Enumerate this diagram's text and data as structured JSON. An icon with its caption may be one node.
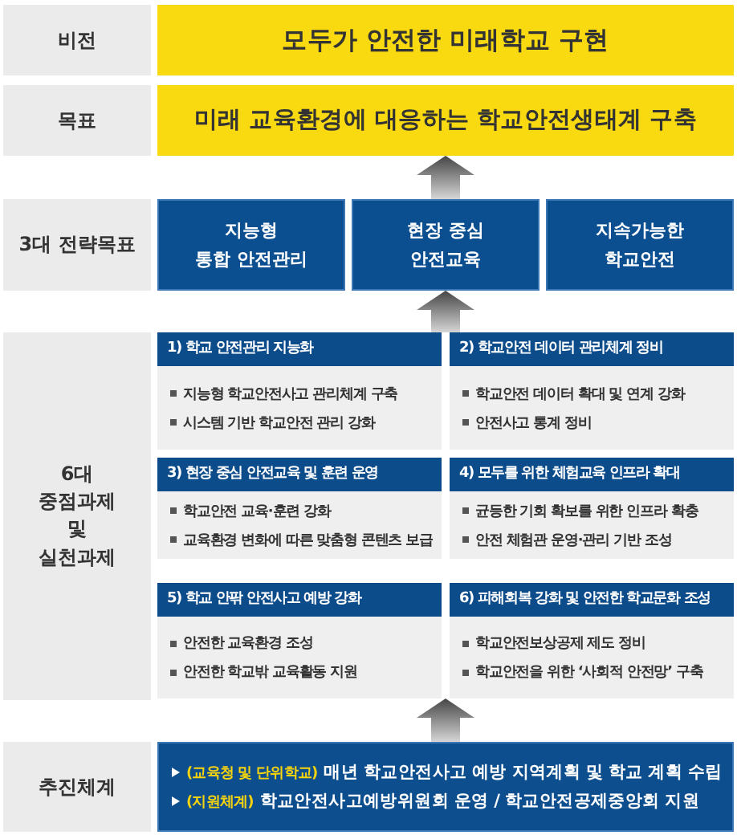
{
  "diagram": {
    "nodes": [
      {
        "text": [
          "비전"
        ]
      },
      {
        "text": [
          "모두가 안전한 미래학교 구현"
        ]
      },
      {
        "text": [
          "목표"
        ]
      },
      {
        "text": [
          "미래 교육환경에 대응하는 학교안전생태계 구축"
        ]
      },
      {
        "text": [
          "3대 전략목표"
        ]
      },
      {
        "text": [
          "지능형 통합 안전관리"
        ]
      },
      {
        "text": [
          "현장 중심 안전교육"
        ]
      },
      {
        "text": [
          "지속가능한 학교안전"
        ]
      },
      {
        "text": [
          "6대 중점과제 및 실천과제"
        ]
      },
      {
        "text": [
          "1) 학교 안전관리 지능화",
          "지능형 학교안전사고 관리체계 구축",
          "시스템 기반 학교안전 관리 강화"
        ]
      },
      {
        "text": [
          "2) 학교안전 데이터 관리체계 정비",
          "학교안전 데이터 확대 및 연계 강화",
          "안전사고 통계 정비"
        ]
      },
      {
        "text": [
          "3) 현장 중심 안전교육 및 훈련 운영",
          "학교안전 교육·훈련 강화",
          "교육환경 변화에 따른 맞춤형 콘텐츠 보급"
        ]
      },
      {
        "text": [
          "4) 모두를 위한 체험교육 인프라 확대",
          "균등한 기회 확보를 위한 인프라 확충",
          "안전 체험관 운영·관리 기반 조성"
        ]
      },
      {
        "text": [
          "5) 학교 안팎 안전사고 예방 강화",
          "안전한 교육환경 조성",
          "안전한 학교밖 교육활동 지원"
        ]
      },
      {
        "text": [
          "6) 피해회복 강화 및 안전한 학교문화 조성",
          "학교안전보상공제 제도 정비",
          "학교안전을 위한 ‘사회적 안전망’ 구축"
        ]
      },
      {
        "text": [
          "추진체계"
        ]
      },
      {
        "text": [
          "(교육청 및 단위학교)",
          "매년 학교안전사고 예방 지역계획 및 학교 계획 수립",
          "(지원체계)",
          "학교안전사고예방위원회 운영 / 학교안전공제중앙회 지원"
        ]
      }
    ],
    "edges": [
      {
        "from": 6,
        "to": 3,
        "arrow": "to"
      },
      {
        "from": null,
        "to": 6,
        "arrow": "to"
      },
      {
        "from": 16,
        "to": null,
        "arrow": "to"
      }
    ]
  }
}
